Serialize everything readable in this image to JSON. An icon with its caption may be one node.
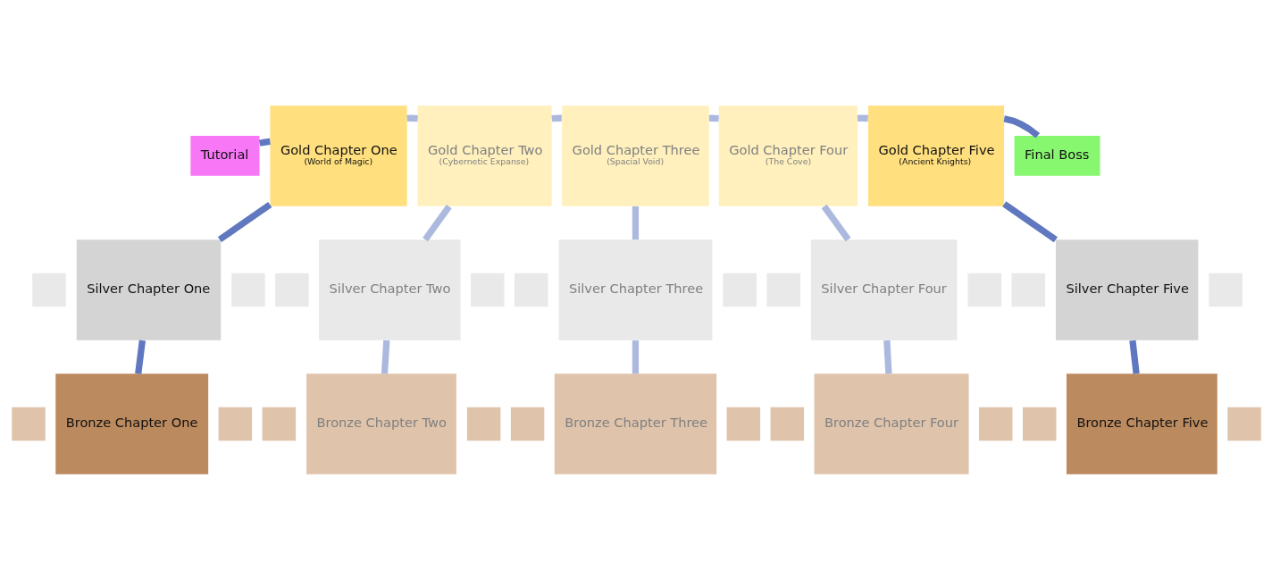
{
  "diagram": {
    "nodes": [
      {
        "text": [
          "Gold Chapter One",
          "(World of Magic)"
        ]
      },
      {
        "text": [
          "Gold Chapter Two",
          "(Cybernetic Expanse)"
        ]
      },
      {
        "text": [
          "Gold Chapter Three",
          "(Spacial Void)"
        ]
      },
      {
        "text": [
          "Gold Chapter Four",
          "(The Cove)"
        ]
      },
      {
        "text": [
          "Gold Chapter Five",
          "(Ancient Knights)"
        ]
      },
      {
        "text": [
          "Tutorial"
        ]
      },
      {
        "text": [
          "Final Boss"
        ]
      },
      {
        "text": [
          "Silver Chapter One"
        ]
      },
      {
        "text": [
          "Silver Chapter Two"
        ]
      },
      {
        "text": [
          "Silver Chapter Three"
        ]
      },
      {
        "text": [
          "Silver Chapter Four"
        ]
      },
      {
        "text": [
          "Silver Chapter Five"
        ]
      },
      {
        "text": [],
        "shape": "box"
      },
      {
        "text": [],
        "shape": "box"
      },
      {
        "text": [],
        "shape": "box"
      },
      {
        "text": [],
        "shape": "box"
      },
      {
        "text": [],
        "shape": "box"
      },
      {
        "text": [],
        "shape": "box"
      },
      {
        "text": [],
        "shape": "box"
      },
      {
        "text": [],
        "shape": "box"
      },
      {
        "text": [],
        "shape": "box"
      },
      {
        "text": [],
        "shape": "box"
      },
      {
        "text": [
          "Bronze Chapter One"
        ]
      },
      {
        "text": [
          "Bronze Chapter Two"
        ]
      },
      {
        "text": [
          "Bronze Chapter Three"
        ]
      },
      {
        "text": [
          "Bronze Chapter Four"
        ]
      },
      {
        "text": [
          "Bronze Chapter Five"
        ]
      },
      {
        "text": [],
        "shape": "box"
      },
      {
        "text": [],
        "shape": "box"
      },
      {
        "text": [],
        "shape": "box"
      },
      {
        "text": [],
        "shape": "box"
      },
      {
        "text": [],
        "shape": "box"
      },
      {
        "text": [],
        "shape": "box"
      },
      {
        "text": [],
        "shape": "box"
      },
      {
        "text": [],
        "shape": "box"
      },
      {
        "text": [],
        "shape": "box"
      },
      {
        "text": [],
        "shape": "box"
      }
    ],
    "edges": [
      {
        "from": 0,
        "to": 5,
        "arrow": "none",
        "color": "#6078c0"
      },
      {
        "from": 0,
        "to": 1,
        "arrow": "none"
      },
      {
        "from": 1,
        "to": 2,
        "arrow": "none"
      },
      {
        "from": 2,
        "to": 3,
        "arrow": "none"
      },
      {
        "from": 3,
        "to": 4,
        "arrow": "none"
      },
      {
        "from": 4,
        "to": 6,
        "arrow": "none",
        "color": "#6078c0"
      },
      {
        "from": 0,
        "to": 7,
        "arrow": "none",
        "color": "#6078c0"
      },
      {
        "from": 7,
        "to": 22,
        "arrow": "none",
        "color": "#6078c0"
      },
      {
        "from": 1,
        "to": 8,
        "arrow": "none"
      },
      {
        "from": 8,
        "to": 23,
        "arrow": "none"
      },
      {
        "from": 2,
        "to": 9,
        "arrow": "none"
      },
      {
        "from": 9,
        "to": 24,
        "arrow": "none"
      },
      {
        "from": 3,
        "to": 10,
        "arrow": "none"
      },
      {
        "from": 10,
        "to": 25,
        "arrow": "none"
      },
      {
        "from": 4,
        "to": 11,
        "arrow": "none",
        "color": "#6078c0"
      },
      {
        "from": 11,
        "to": 26,
        "arrow": "none",
        "color": "#6078c0"
      }
    ]
  }
}
